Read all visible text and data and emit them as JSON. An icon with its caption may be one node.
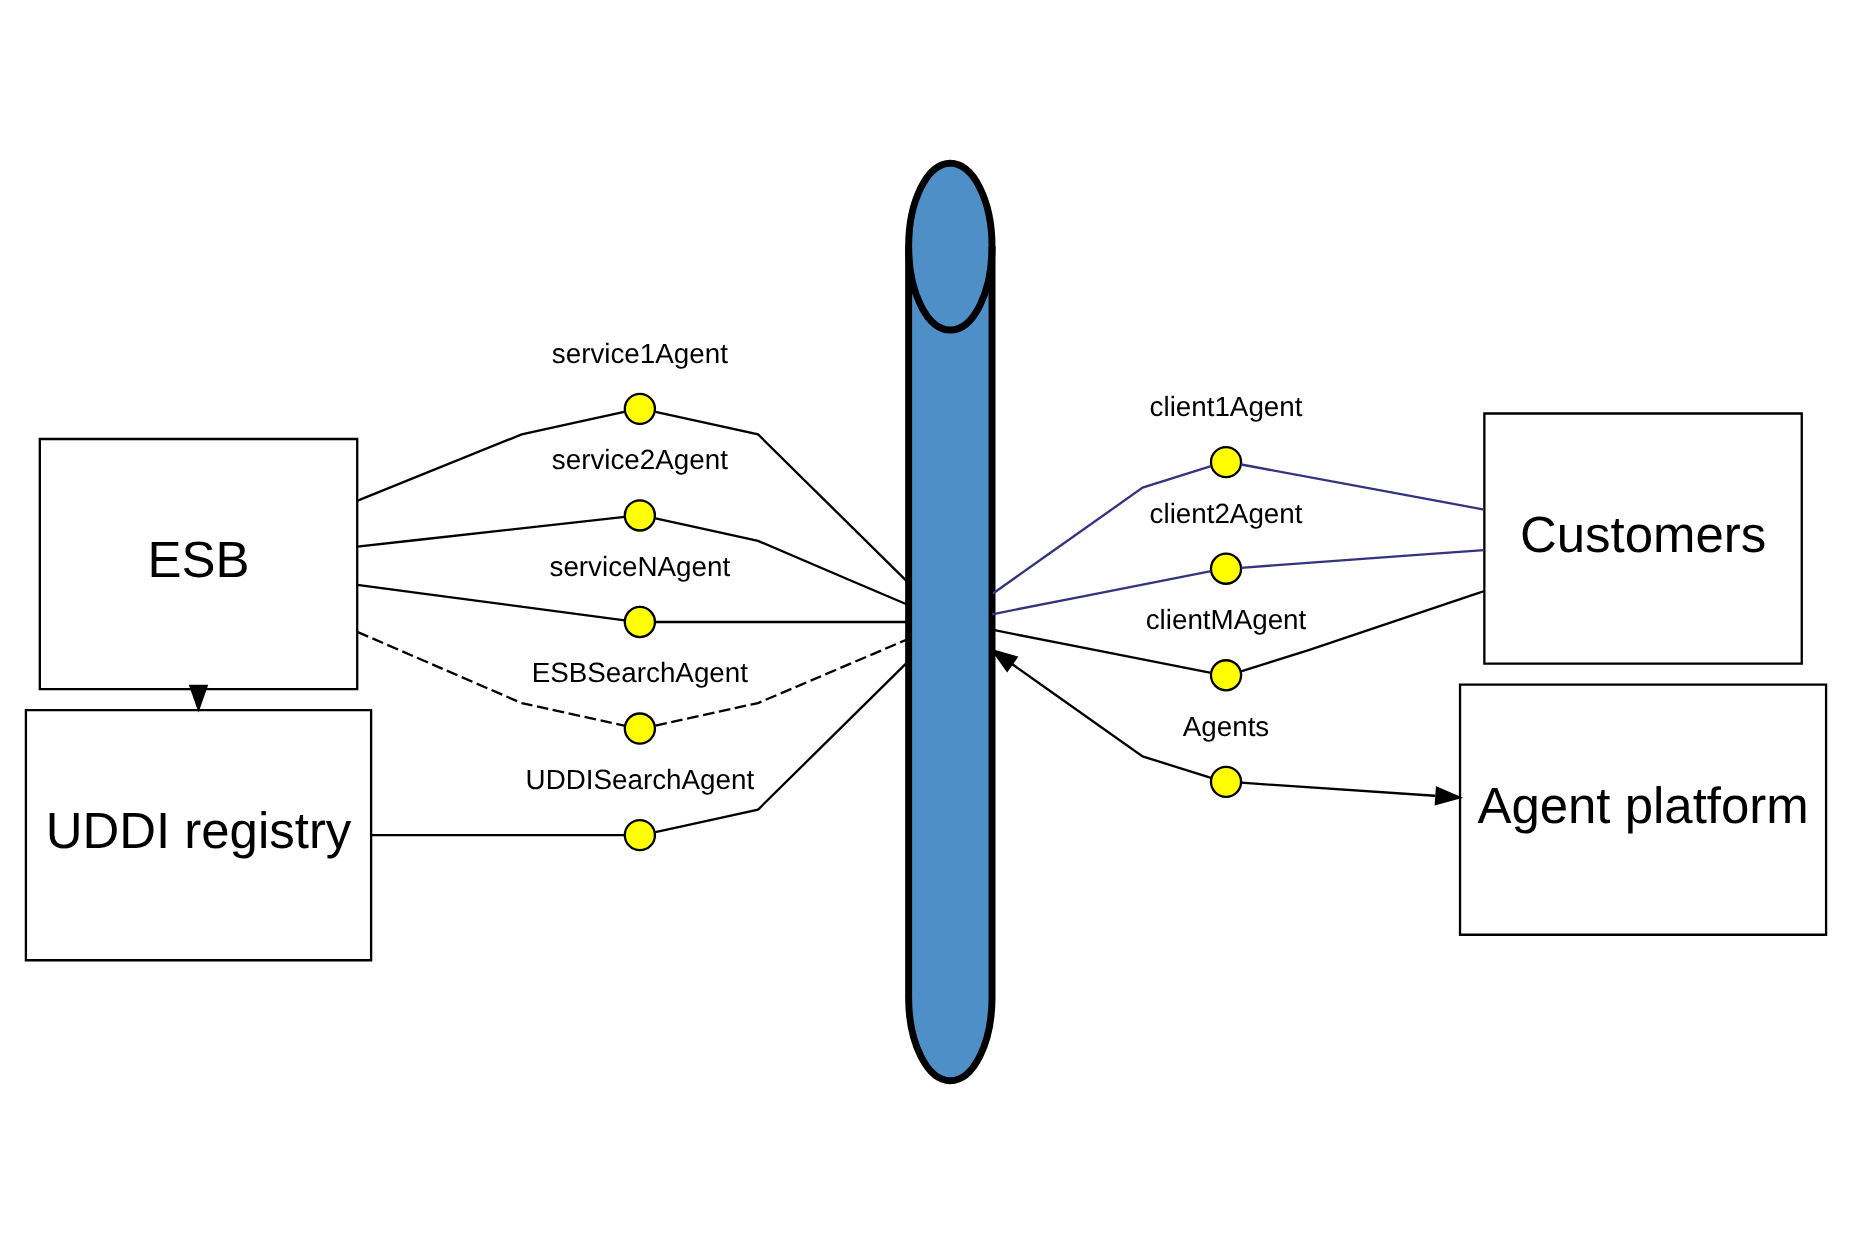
{
  "diagram": {
    "nodes": [
      {
        "text": [
          "ESB"
        ]
      },
      {
        "text": [],
        "shape": "cylinder"
      },
      {
        "text": [
          "Customers"
        ]
      },
      {
        "text": [],
        "shape": "circle",
        "beside": [
          "service1Agent"
        ]
      },
      {
        "text": [],
        "shape": "circle",
        "beside": [
          "service2Agent"
        ]
      },
      {
        "text": [],
        "shape": "circle",
        "beside": [
          "serviceNAgent"
        ]
      },
      {
        "text": [],
        "shape": "circle",
        "beside": [
          "client1Agent"
        ]
      },
      {
        "text": [],
        "shape": "circle",
        "beside": [
          "client2Agent"
        ]
      },
      {
        "text": [],
        "shape": "circle",
        "beside": [
          "clientMAgent"
        ]
      },
      {
        "text": [],
        "shape": "circle",
        "beside": [
          "ESBSearchAgent"
        ]
      },
      {
        "text": [
          "UDDI registry"
        ]
      },
      {
        "text": [],
        "shape": "circle",
        "beside": [
          "UDDISearchAgent"
        ]
      },
      {
        "text": [],
        "shape": "circle",
        "beside": [
          "Agents"
        ]
      },
      {
        "text": [
          "Agent platform"
        ]
      }
    ],
    "edges": [
      {
        "from": 0,
        "to": 3,
        "arrow": "none"
      },
      {
        "from": 3,
        "to": 1,
        "arrow": "none"
      },
      {
        "from": 0,
        "to": 4,
        "arrow": "none"
      },
      {
        "from": 4,
        "to": 1,
        "arrow": "none"
      },
      {
        "from": 0,
        "to": 5,
        "arrow": "none"
      },
      {
        "from": 5,
        "to": 1,
        "arrow": "none"
      },
      {
        "from": 1,
        "to": 6,
        "arrow": "none",
        "color": "#333380"
      },
      {
        "from": 6,
        "to": 2,
        "arrow": "none",
        "color": "#333380"
      },
      {
        "from": 1,
        "to": 7,
        "arrow": "none",
        "color": "#333380"
      },
      {
        "from": 7,
        "to": 2,
        "arrow": "none",
        "color": "#333380"
      },
      {
        "from": 1,
        "to": 8,
        "arrow": "none"
      },
      {
        "from": 8,
        "to": 2,
        "arrow": "none"
      },
      {
        "from": 0,
        "to": 9,
        "arrow": "none",
        "style": "dashed"
      },
      {
        "from": 9,
        "to": 1,
        "arrow": "none",
        "style": "dashed"
      },
      {
        "from": 0,
        "to": 10,
        "arrow": "to"
      },
      {
        "from": 10,
        "to": 11,
        "arrow": "none"
      },
      {
        "from": 11,
        "to": 1,
        "arrow": "none"
      },
      {
        "from": 12,
        "to": 1,
        "arrow": "to"
      },
      {
        "from": 12,
        "to": 13,
        "arrow": "to"
      }
    ]
  }
}
